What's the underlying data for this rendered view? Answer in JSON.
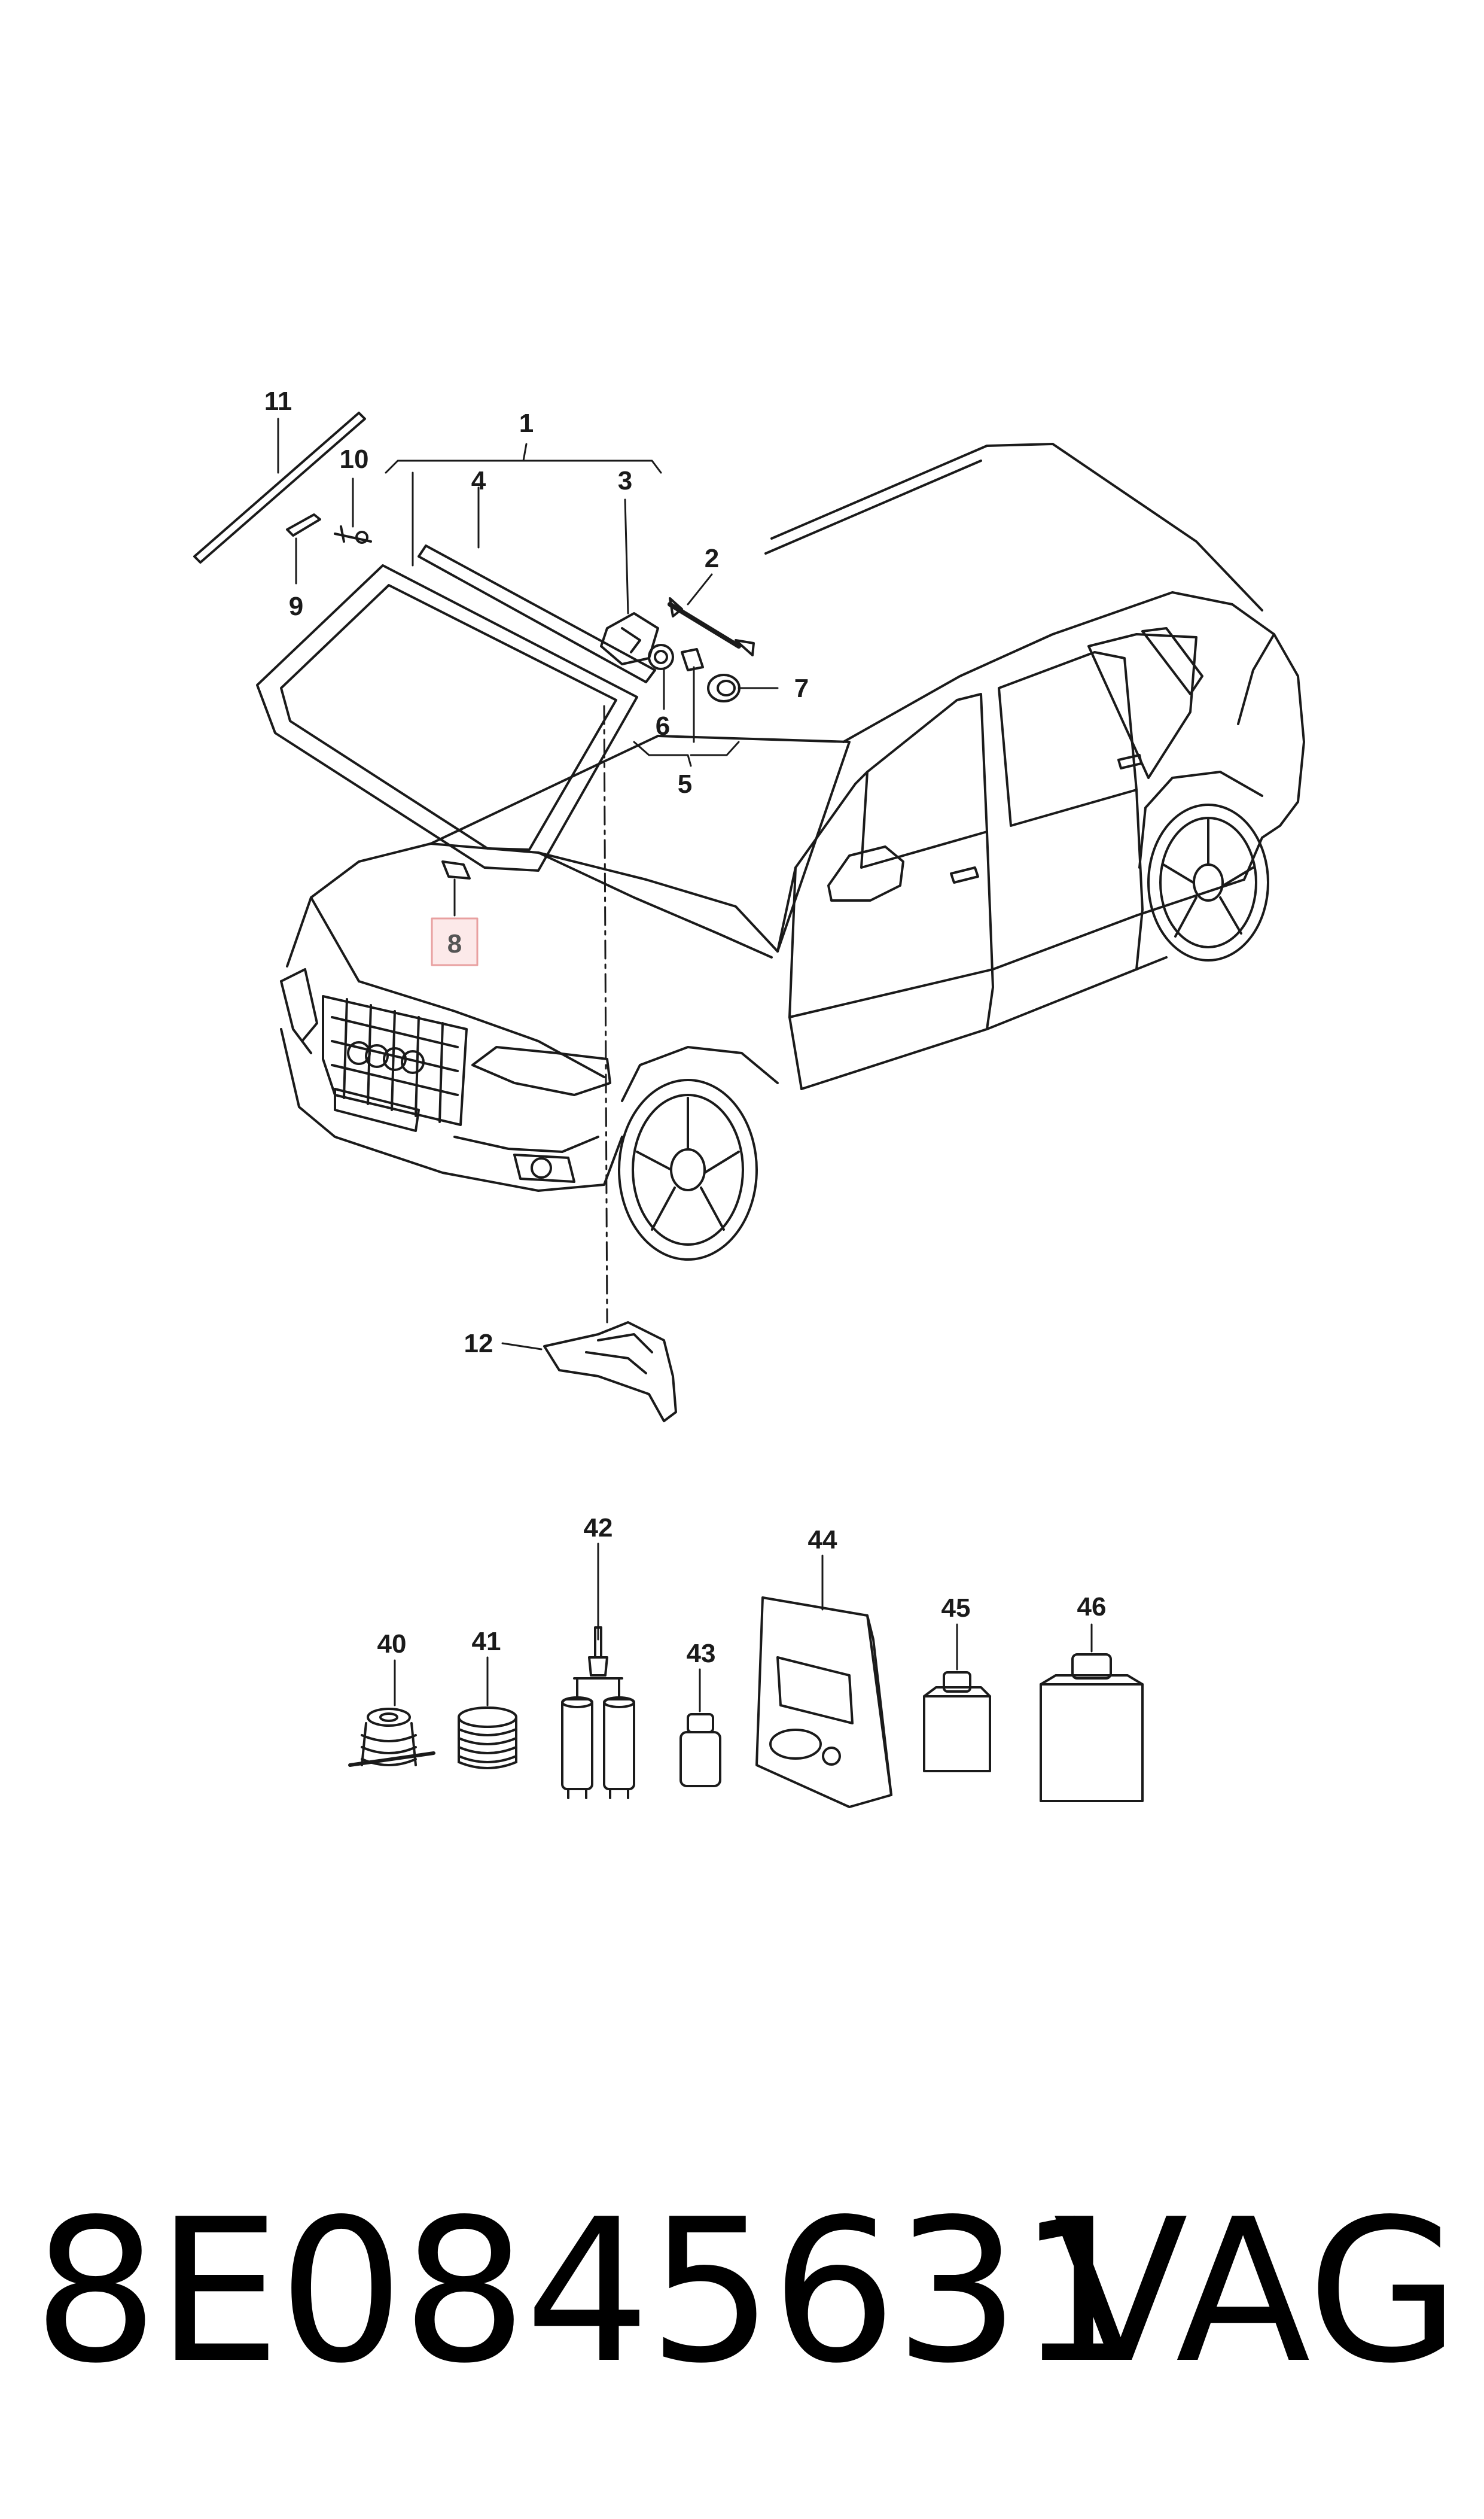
{
  "diagram": {
    "callouts": {
      "c1": "1",
      "c2": "2",
      "c3": "3",
      "c4": "4",
      "c5": "5",
      "c6": "6",
      "c7": "7",
      "c8": "8",
      "c9": "9",
      "c10": "10",
      "c11": "11",
      "c12": "12",
      "c40": "40",
      "c41": "41",
      "c42": "42",
      "c43": "43",
      "c44": "44",
      "c45": "45",
      "c46": "46"
    },
    "highlighted_callout": "8",
    "highlight_color": "#e8a0a0",
    "line_color": "#1a1a1a"
  },
  "footer": {
    "part_number": "8E0845631",
    "brand": "VAG"
  }
}
